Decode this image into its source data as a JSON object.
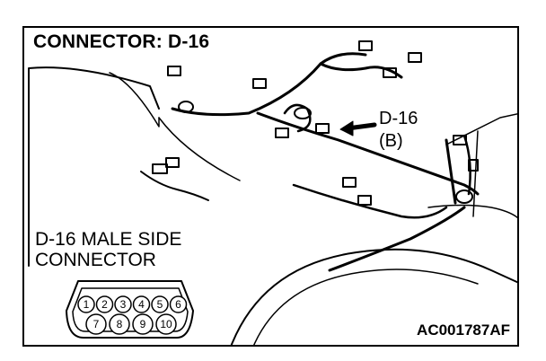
{
  "title": "CONNECTOR: D-16",
  "callout": {
    "line1": "D-16",
    "line2": "(B)"
  },
  "male_side": {
    "line1": "D-16 MALE SIDE",
    "line2": "CONNECTOR"
  },
  "figure_code": "AC001787AF",
  "connector_pins": {
    "top_row": [
      "1",
      "2",
      "3",
      "4",
      "5",
      "6"
    ],
    "bottom_row": [
      "7",
      "8",
      "9",
      "10"
    ]
  },
  "colors": {
    "line": "#000000",
    "background": "#ffffff"
  }
}
